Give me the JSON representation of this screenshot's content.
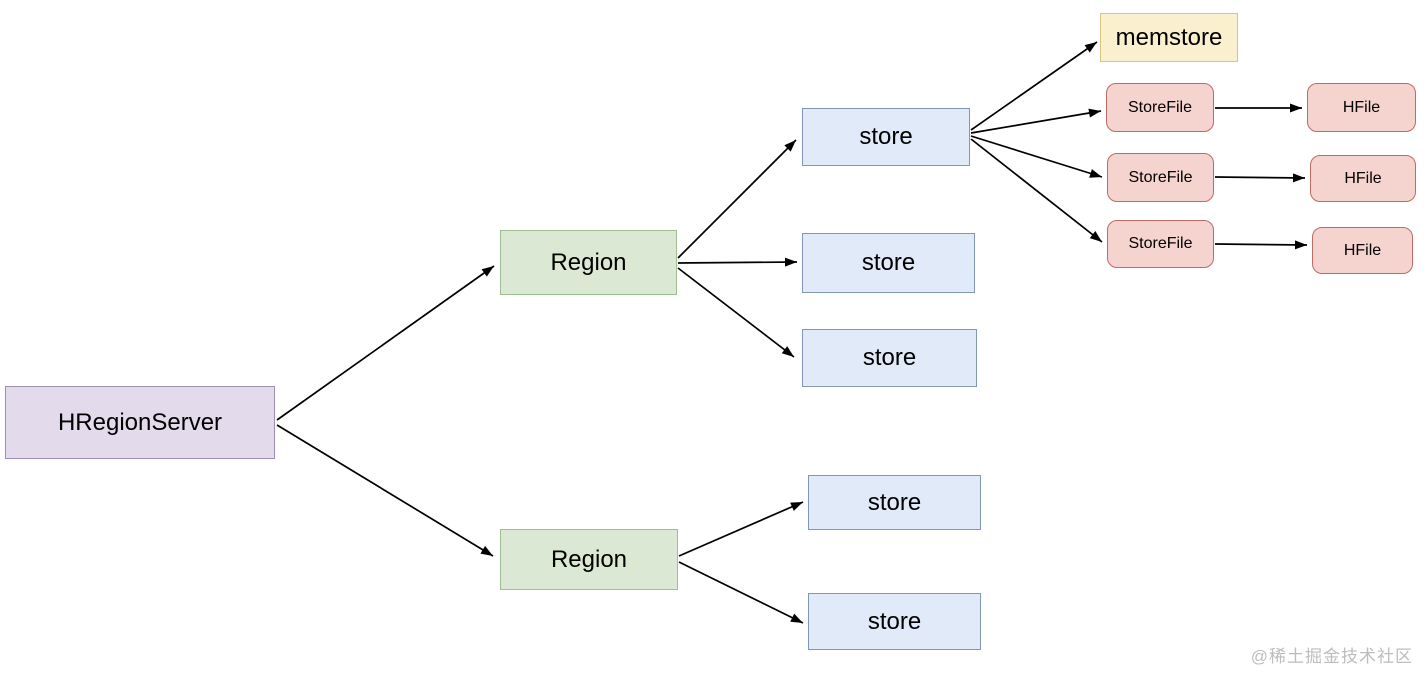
{
  "nodes": {
    "hregionserver": {
      "label": "HRegionServer",
      "color": "purple"
    },
    "region1": {
      "label": "Region",
      "color": "green"
    },
    "region2": {
      "label": "Region",
      "color": "green"
    },
    "store1": {
      "label": "store",
      "color": "blue"
    },
    "store2": {
      "label": "store",
      "color": "blue"
    },
    "store3": {
      "label": "store",
      "color": "blue"
    },
    "store4": {
      "label": "store",
      "color": "blue"
    },
    "store5": {
      "label": "store",
      "color": "blue"
    },
    "memstore": {
      "label": "memstore",
      "color": "yellow"
    },
    "storefile1": {
      "label": "StoreFile",
      "color": "red"
    },
    "storefile2": {
      "label": "StoreFile",
      "color": "red"
    },
    "storefile3": {
      "label": "StoreFile",
      "color": "red"
    },
    "hfile1": {
      "label": "HFile",
      "color": "red"
    },
    "hfile2": {
      "label": "HFile",
      "color": "red"
    },
    "hfile3": {
      "label": "HFile",
      "color": "red"
    }
  },
  "edges": [
    {
      "from": "hregionserver",
      "to": "region1"
    },
    {
      "from": "hregionserver",
      "to": "region2"
    },
    {
      "from": "region1",
      "to": "store1"
    },
    {
      "from": "region1",
      "to": "store2"
    },
    {
      "from": "region1",
      "to": "store3"
    },
    {
      "from": "region2",
      "to": "store4"
    },
    {
      "from": "region2",
      "to": "store5"
    },
    {
      "from": "store1",
      "to": "memstore"
    },
    {
      "from": "store1",
      "to": "storefile1"
    },
    {
      "from": "store1",
      "to": "storefile2"
    },
    {
      "from": "store1",
      "to": "storefile3"
    },
    {
      "from": "storefile1",
      "to": "hfile1"
    },
    {
      "from": "storefile2",
      "to": "hfile2"
    },
    {
      "from": "storefile3",
      "to": "hfile3"
    }
  ],
  "watermark": {
    "text": "@稀土掘金技术社区"
  },
  "colors": {
    "purple_fill": "#e3dbeb",
    "purple_border": "#9c8fb4",
    "green_fill": "#dbe9d4",
    "green_border": "#a3bd92",
    "blue_fill": "#e0eaf8",
    "blue_border": "#8297b5",
    "yellow_fill": "#faf0cd",
    "yellow_border": "#dcc581",
    "red_fill": "#f5d3cf",
    "red_border": "#bf6b61",
    "arrow": "#000000",
    "watermark_text": "#bdbdbd",
    "background": "#ffffff"
  }
}
